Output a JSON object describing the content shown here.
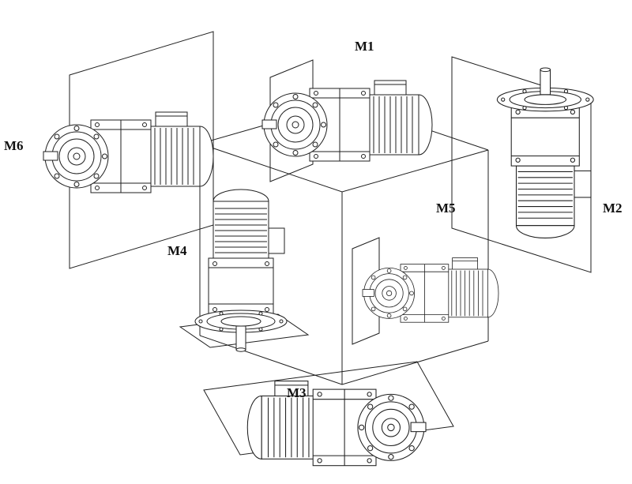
{
  "diagram": {
    "type": "gearmotor-mounting-positions",
    "positions": [
      {
        "label": "M1",
        "placement": "top",
        "shaft": "horizontal"
      },
      {
        "label": "M2",
        "placement": "right",
        "shaft": "vertical-up"
      },
      {
        "label": "M3",
        "placement": "bottom",
        "shaft": "horizontal"
      },
      {
        "label": "M4",
        "placement": "front-left",
        "shaft": "vertical-down"
      },
      {
        "label": "M5",
        "placement": "front",
        "shaft": "horizontal"
      },
      {
        "label": "M6",
        "placement": "left",
        "shaft": "horizontal"
      }
    ],
    "colors": {
      "line": "#1f1f1f",
      "background": "#ffffff"
    }
  }
}
